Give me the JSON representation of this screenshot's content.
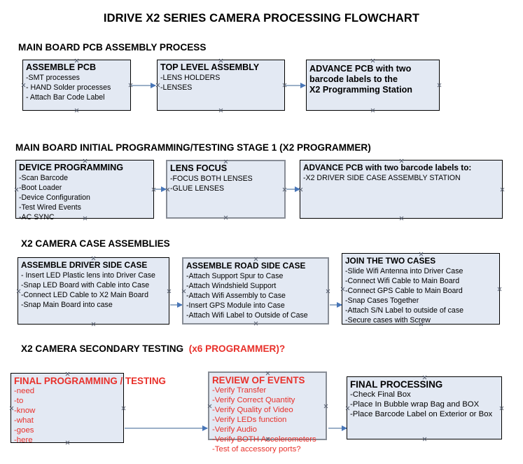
{
  "document": {
    "title": "IDRIVE X2  SERIES CAMERA PROCESSING FLOWCHART"
  },
  "sections": [
    {
      "heading": "MAIN BOARD PCB ASSEMBLY PROCESS",
      "heading_accent": "",
      "boxes": [
        {
          "title": "ASSEMBLE PCB",
          "lines": [
            "-SMT processes",
            "- HAND Solder processes",
            "- Attach Bar Code Label"
          ]
        },
        {
          "title": "TOP LEVEL ASSEMBLY",
          "lines": [
            "-LENS HOLDERS",
            "-LENSES"
          ]
        },
        {
          "title": "ADVANCE PCB with two",
          "lines": [
            "barcode labels to the",
            " X2 Programming Station"
          ]
        }
      ]
    },
    {
      "heading": "MAIN BOARD INITIAL PROGRAMMING/TESTING STAGE 1 (X2 PROGRAMMER)",
      "heading_accent": "",
      "boxes": [
        {
          "title": "DEVICE PROGRAMMING",
          "lines": [
            "-Scan Barcode",
            "-Boot Loader",
            "-Device Configuration",
            "-Test Wired Events",
            "-AC SYNC"
          ]
        },
        {
          "title": "LENS FOCUS",
          "lines": [
            "-FOCUS BOTH LENSES",
            "-GLUE LENSES"
          ]
        },
        {
          "title": "ADVANCE PCB with two barcode labels to:",
          "lines": [
            "-X2 DRIVER  SIDE  CASE  ASSEMBLY STATION"
          ]
        }
      ]
    },
    {
      "heading": "X2 CAMERA CASE ASSEMBLIES",
      "heading_accent": "",
      "boxes": [
        {
          "title": "ASSEMBLE DRIVER SIDE CASE",
          "lines": [
            "- Insert LED Plastic lens into Driver Case",
            "-Snap LED Board with Cable into Case",
            "-Connect LED Cable to X2 Main Board",
            "-Snap Main Board into case"
          ]
        },
        {
          "title": "ASSEMBLE ROAD SIDE CASE",
          "lines": [
            "-Attach Support Spur to Case",
            "-Attach Windshield Support",
            "-Attach Wifi Assembly to Case",
            "-Insert GPS Module into Case",
            "-Attach Wifi Label to Outside of Case"
          ]
        },
        {
          "title": "JOIN THE TWO CASES",
          "lines": [
            "-Slide Wifi Antenna into Driver Case",
            "-Connect Wifi Cable to Main Board",
            "-Connect GPS Cable to Main Board",
            "-Snap Cases Together",
            "-Attach S/N Label to outside of case",
            "-Secure cases with Screw"
          ]
        }
      ]
    },
    {
      "heading": "X2 CAMERA SECONDARY TESTING",
      "heading_accent": "(x6 PROGRAMMER)?",
      "boxes": [
        {
          "title": "FINAL PROGRAMMING / TESTING",
          "lines": [
            "-need",
            "-to",
            "-know",
            "-what",
            "-goes",
            "-here"
          ]
        },
        {
          "title": "REVIEW OF EVENTS",
          "lines": [
            "-Verify Transfer",
            "-Verify Correct Quantity",
            "-Verify Quality of Video",
            "-Verify LEDs function",
            "-Verify Audio",
            "-Verify BOTH Accelerometers",
            "-Test of accessory ports?"
          ]
        },
        {
          "title": "FINAL PROCESSING",
          "lines": [
            " -Check Final Box",
            "-Place In Bubble wrap Bag and BOX",
            "-Place Barcode Label on Exterior or Box"
          ]
        }
      ]
    }
  ],
  "colors": {
    "box_fill": "#e3e9f3",
    "box_border": "#000000",
    "box_border_thick": "#888d96",
    "connector": "#9bb0c8",
    "arrow_head": "#4876b8",
    "accent_red": "#e8302a",
    "text": "#000000"
  }
}
